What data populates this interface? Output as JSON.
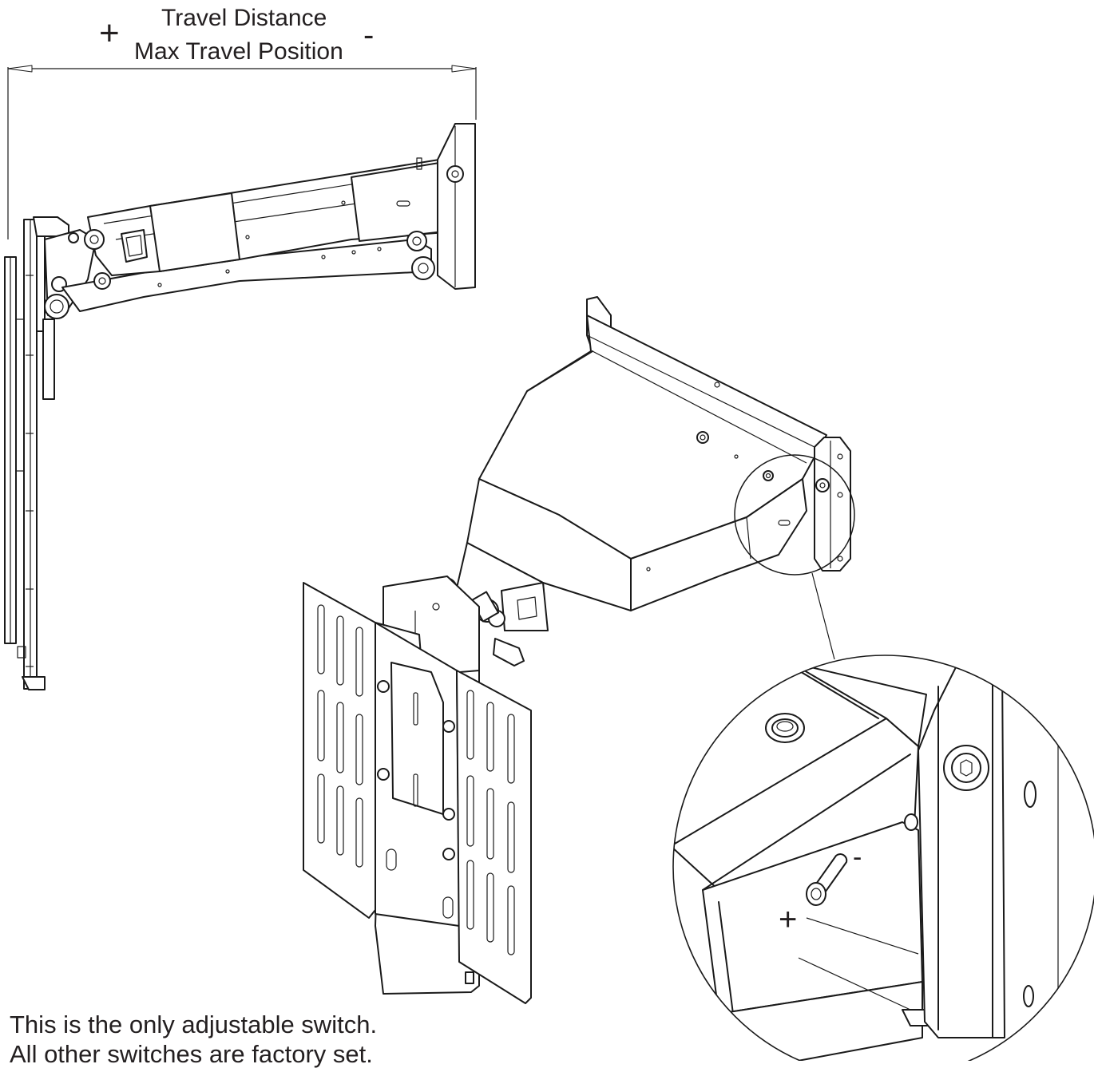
{
  "header": {
    "plus_sign": "+",
    "title_line1": "Travel Distance",
    "title_line2": "Max Travel Position",
    "minus_sign": "-"
  },
  "detail_view": {
    "plus_sign": "+",
    "minus_sign": "-"
  },
  "note": {
    "line1": "This is the only adjustable switch.",
    "line2": "All other switches are factory set."
  },
  "colors": {
    "line": "#1a1a1a",
    "text": "#231f20",
    "background": "#ffffff"
  }
}
